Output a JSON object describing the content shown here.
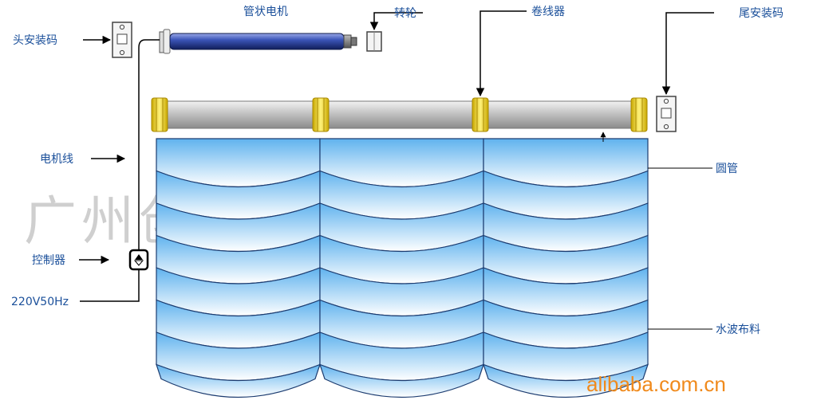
{
  "labels": {
    "tubular_motor": "管状电机",
    "head_bracket": "头安装码",
    "rotor_wheel": "转轮",
    "winder": "卷线器",
    "tail_bracket": "尾安装码",
    "motor_cable": "电机线",
    "round_tube": "圆管",
    "controller": "控制器",
    "power_supply": "220V50Hz",
    "wave_fabric": "水波布料"
  },
  "watermark": "广州创威窗饰有限公司",
  "logo": "alibaba.com.cn",
  "colors": {
    "label_text": "#1a4f9a",
    "motor_blue": "#2a3f9a",
    "tube_gray": "#c4c4c4",
    "ring_yellow": "#f2dc2c",
    "fabric_blue": "#5fb2ee",
    "logo_orange": "#f08a1c",
    "watermark_gray": "#cfcfcf"
  }
}
